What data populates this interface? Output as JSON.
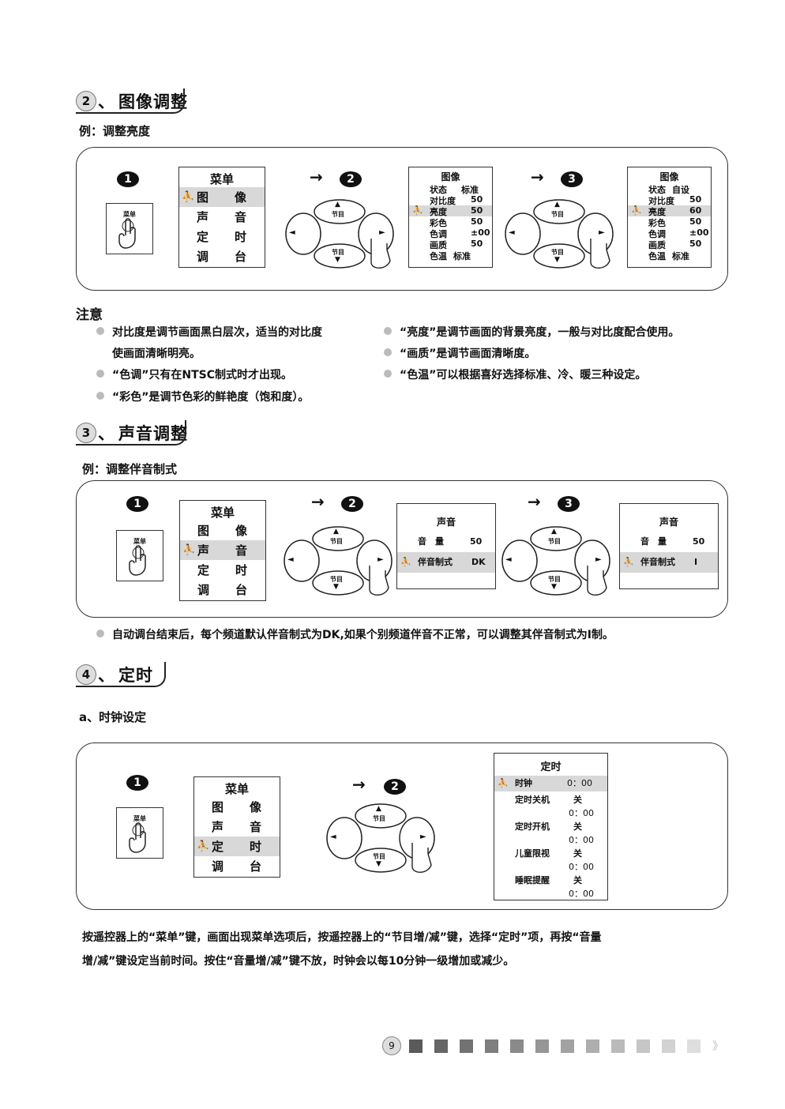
{
  "s2": {
    "num": "2",
    "sep": "、",
    "title": "图像调整",
    "example": "例：调整亮度"
  },
  "s3": {
    "num": "3",
    "sep": "、",
    "title": "声音调整",
    "example": "例：调整伴音制式"
  },
  "s4": {
    "num": "4",
    "sep": "、",
    "title": "定时",
    "sub": "a、时钟设定"
  },
  "steps": {
    "one": "1",
    "two": "2",
    "three": "3",
    "arrow": "→"
  },
  "remote": {
    "menu_key": "菜单",
    "up": "▲",
    "up_lbl": "节目",
    "down_lbl": "节目",
    "down": "▼",
    "left": "◄",
    "right": "►"
  },
  "menu": {
    "title": "菜单",
    "items": [
      [
        "图",
        "像"
      ],
      [
        "声",
        "音"
      ],
      [
        "定",
        "时"
      ],
      [
        "调",
        "台"
      ]
    ],
    "cursor": "⛹"
  },
  "picture1": {
    "title": "图像",
    "rows": [
      [
        "状态",
        "标准"
      ],
      [
        "对比度",
        "50"
      ],
      [
        "亮度",
        "50"
      ],
      [
        "彩色",
        "50"
      ],
      [
        "色调",
        "±00"
      ],
      [
        "画质",
        "50"
      ],
      [
        "色温",
        "标准"
      ]
    ]
  },
  "picture2": {
    "title": "图像",
    "rows": [
      [
        "状态",
        "自设"
      ],
      [
        "对比度",
        "50"
      ],
      [
        "亮度",
        "60"
      ],
      [
        "彩色",
        "50"
      ],
      [
        "色调",
        "±00"
      ],
      [
        "画质",
        "50"
      ],
      [
        "色温",
        "标准"
      ]
    ]
  },
  "notes": {
    "title": "注意",
    "left": [
      "对比度是调节画面黑白层次，适当的对比度",
      "使画面清晰明亮。",
      "“色调”只有在NTSC制式时才出现。",
      "“彩色”是调节色彩的鲜艳度（饱和度）。"
    ],
    "right": [
      "“亮度”是调节画面的背景亮度，一般与对比度配合使用。",
      "“画质”是调节画面清晰度。",
      "“色温”可以根据喜好选择标准、冷、暖三种设定。"
    ]
  },
  "sound1": {
    "title": "声音",
    "rows": [
      [
        "音　量",
        "50"
      ],
      [
        "伴音制式",
        "DK"
      ]
    ]
  },
  "sound2": {
    "title": "声音",
    "rows": [
      [
        "音　量",
        "50"
      ],
      [
        "伴音制式",
        "I"
      ]
    ]
  },
  "sound_note": "自动调台结束后，每个频道默认伴音制式为DK,如果个别频道伴音不正常，可以调整其伴音制式为I制。",
  "timer": {
    "title": "定时",
    "clock_label": "时钟",
    "clock_val": "0：00",
    "rows": [
      [
        "定时关机",
        "关"
      ],
      [
        "定时开机",
        "关"
      ],
      [
        "儿童限视",
        "关"
      ],
      [
        "睡眠提醒",
        "关"
      ]
    ],
    "times": [
      "0：00",
      "0：00",
      "0：00",
      "0：00"
    ]
  },
  "para": [
    "按遥控器上的“菜单”键，画面出现菜单选项后，按遥控器上的“节目增/减”键，选择“定时”项，再按“音量",
    "增/减”键设定当前时间。按住“音量增/减”键不放，时钟会以每10分钟一级增加或减少。"
  ],
  "page": {
    "number": "9",
    "trail": "》"
  },
  "colors": {
    "highlight": "#d8d8d8",
    "border": "#333333"
  }
}
